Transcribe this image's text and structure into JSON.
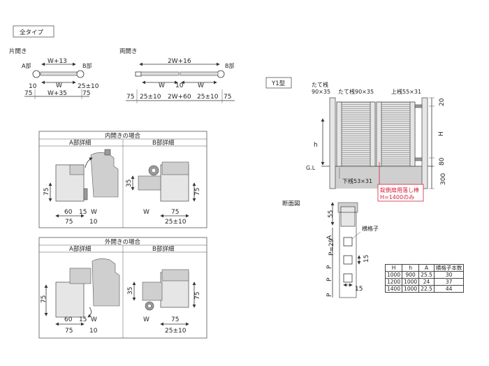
{
  "header": {
    "all_type_label": "全タイプ"
  },
  "single_swing": {
    "title": "片開き",
    "part_a": "A部",
    "part_b": "B部",
    "dim_top": "W+13",
    "dim_w": "W",
    "dim_left": "10",
    "dim_right": "25±10",
    "dim_bottom_left": "75",
    "dim_bottom_mid": "W+35",
    "dim_bottom_right": "75"
  },
  "double_swing": {
    "title": "両開き",
    "part_b": "B部",
    "dim_top": "2W+16",
    "dim_w1": "W",
    "dim_10": "10",
    "dim_w2": "W",
    "dim_75l": "75",
    "dim_25l": "25±10",
    "dim_mid": "2W+60",
    "dim_25r": "25±10",
    "dim_75r": "75"
  },
  "inward": {
    "title": "内開きの場合",
    "a_detail": "A部詳細",
    "b_detail": "B部詳細",
    "a_75v": "75",
    "a_60": "60",
    "a_15": "15",
    "a_w": "W",
    "a_75h": "75",
    "a_10": "10",
    "b_35": "35",
    "b_75v": "75",
    "b_w": "W",
    "b_75h": "75",
    "b_25": "25±10"
  },
  "outward": {
    "title": "外開きの場合",
    "a_detail": "A部詳細",
    "b_detail": "B部詳細",
    "a_75v": "75",
    "a_60": "60",
    "a_15": "15",
    "a_w": "W",
    "a_75h": "75",
    "a_10": "10",
    "b_35": "35",
    "b_75v": "75",
    "b_w": "W",
    "b_75h": "75",
    "b_25": "25±10"
  },
  "y1": {
    "type_label": "Y1型",
    "tate_bashira": "たて桟",
    "tate_size": "90×35",
    "tate_mid": "たて桟90×35",
    "upper_rail": "上桟55×31",
    "lower_rail": "下桟53×31",
    "gl": "G.L",
    "dim_h_small": "h",
    "dim_h": "H",
    "dim_20": "20",
    "dim_80": "80",
    "dim_300": "300",
    "drop_rod": "錠側扉用落し棒",
    "drop_rod_note": "H=1400のみ"
  },
  "section": {
    "title": "断面図",
    "yokogoshi": "横格子",
    "dim_55": "55",
    "dim_a": "A",
    "dim_p29": "P=29",
    "dim_p1": "P",
    "dim_p2": "P",
    "dim_p3": "P",
    "dim_15a": "15",
    "dim_15b": "15"
  },
  "spec_table": {
    "headers": [
      "H",
      "h",
      "A",
      "横格子本数"
    ],
    "rows": [
      [
        "1000",
        "900",
        "25.5",
        "30"
      ],
      [
        "1200",
        "1000",
        "24",
        "37"
      ],
      [
        "1400",
        "1000",
        "22.5",
        "44"
      ]
    ]
  },
  "colors": {
    "accent_red": "#d4213d"
  }
}
